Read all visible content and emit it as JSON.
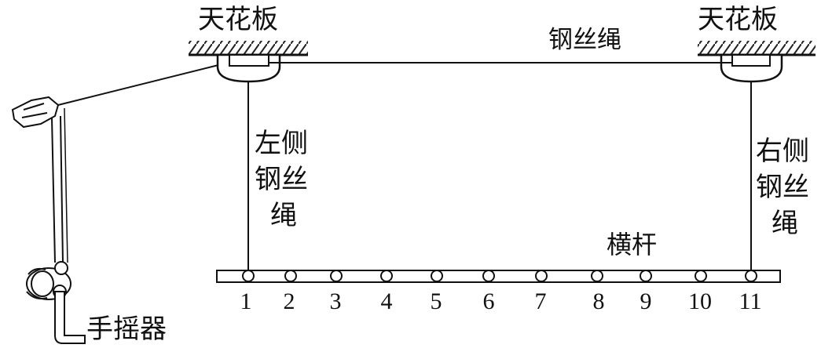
{
  "labels": {
    "ceiling_left": "天花板",
    "ceiling_right": "天花板",
    "steel_cable_top": "钢丝绳",
    "left_cable": {
      "line1": "左侧",
      "line2": "钢丝",
      "line3": "绳"
    },
    "right_cable": {
      "line1": "右侧",
      "line2": "钢丝",
      "line3": "绳"
    },
    "crossbar": "横杆",
    "hand_crank": "手摇器"
  },
  "positions": [
    "1",
    "2",
    "3",
    "4",
    "5",
    "6",
    "7",
    "8",
    "9",
    "10",
    "11"
  ]
}
